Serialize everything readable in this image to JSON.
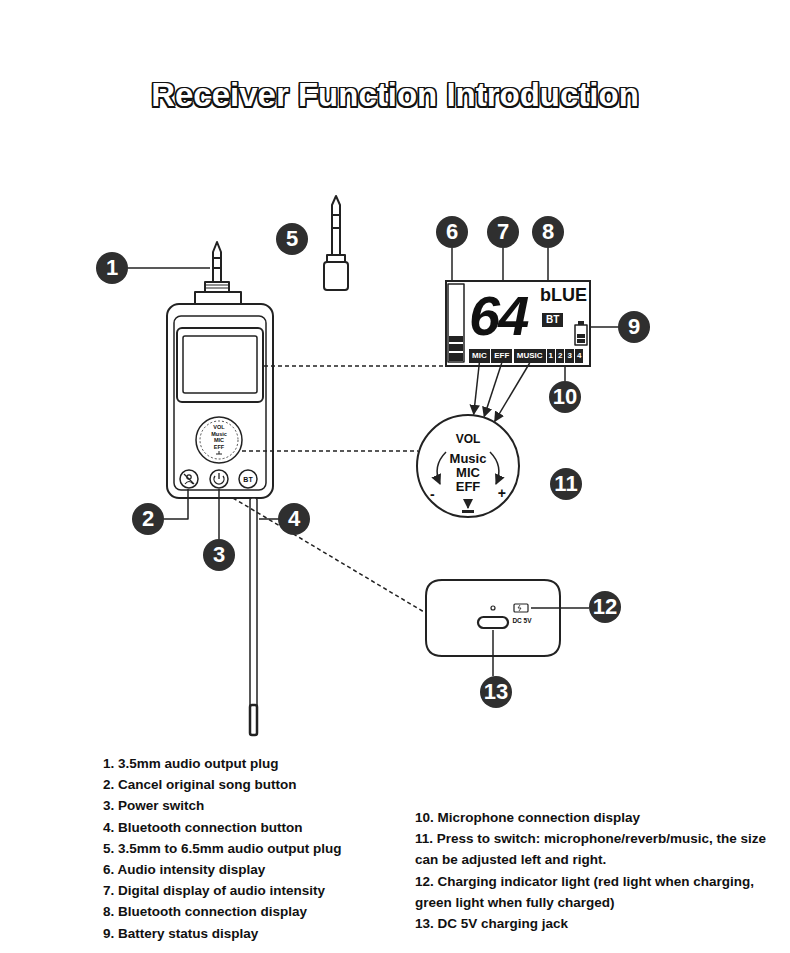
{
  "diagram": {
    "title": "Receiver Function Introduction",
    "nodes": [
      {
        "text": [
          "1"
        ]
      },
      {
        "text": [
          "5"
        ]
      },
      {
        "text": [
          "6"
        ]
      },
      {
        "text": [
          "7"
        ]
      },
      {
        "text": [
          "8"
        ]
      },
      {
        "text": [
          "64",
          "bLUE"
        ]
      },
      {
        "text": [
          "BT"
        ],
        "in": 5
      },
      {
        "text": [
          "MIC"
        ],
        "in": 5
      },
      {
        "text": [
          "EFF"
        ],
        "in": 5
      },
      {
        "text": [
          "MUSIC"
        ],
        "in": 5
      },
      {
        "text": [
          "1"
        ],
        "in": 5
      },
      {
        "text": [
          "2"
        ],
        "in": 5
      },
      {
        "text": [
          "3"
        ],
        "in": 5
      },
      {
        "text": [
          "4"
        ],
        "in": 5
      },
      {
        "text": [
          "9"
        ]
      },
      {
        "text": [
          "10"
        ]
      },
      {
        "text": [
          "2"
        ]
      },
      {
        "text": [
          "3"
        ]
      },
      {
        "text": [
          "4"
        ]
      },
      {
        "text": [
          "VOL",
          "Music MIC EFF",
          "-",
          "+"
        ]
      },
      {
        "text": [
          "11"
        ]
      },
      {
        "text": [
          "12"
        ]
      },
      {
        "text": [
          "13"
        ]
      }
    ],
    "edges": [
      {
        "from": 2,
        "to": 5,
        "arrow": "none"
      },
      {
        "from": 3,
        "to": 5,
        "arrow": "none"
      },
      {
        "from": 4,
        "to": 5,
        "arrow": "none"
      },
      {
        "from": 14,
        "to": 5,
        "arrow": "none"
      },
      {
        "from": 15,
        "to": 5,
        "arrow": "none"
      },
      {
        "from": 7,
        "to": 19,
        "arrow": "to"
      },
      {
        "from": 8,
        "to": 19,
        "arrow": "to"
      },
      {
        "from": 9,
        "to": 19,
        "arrow": "to"
      }
    ],
    "labels": [
      "VOL",
      "Music",
      "MIC",
      "EFF",
      "BT",
      "DC 5V",
      "1. 3.5mm audio output plug",
      "2. Cancel original song button",
      "3. Power switch",
      "4. Bluetooth connection button",
      "5. 3.5mm to 6.5mm audio output plug",
      "6. Audio intensity display",
      "7. Digital display of audio intensity",
      "8. Bluetooth connection display",
      "9. Battery status display",
      "10. Microphone connection display",
      "11. Press to switch: microphone/reverb/music, the size can be adjusted left and right.",
      "12. Charging indicator light (red light when charging, green light when fully charged)",
      "13. DC 5V charging jack"
    ]
  }
}
